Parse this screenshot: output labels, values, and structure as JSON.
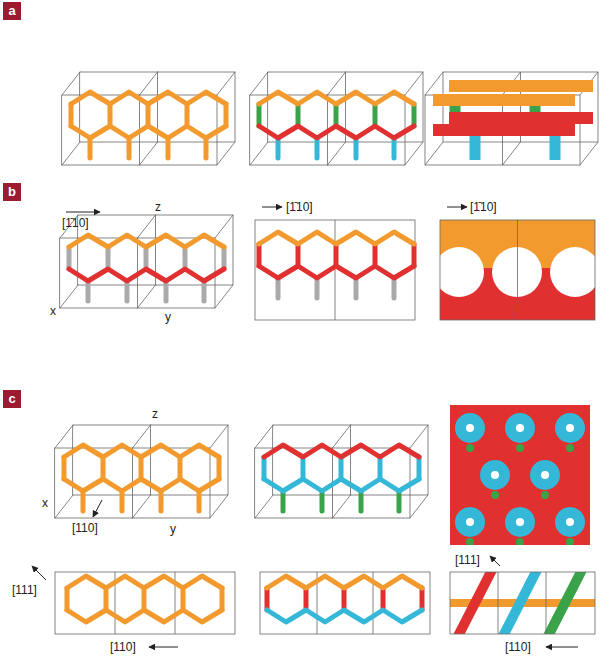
{
  "diagram": {
    "nodes": [
      {
        "text": [
          "a"
        ]
      },
      {
        "text": [
          "b"
        ]
      },
      {
        "text": [
          "c"
        ]
      }
    ],
    "labels": [
      "[1̄10]",
      "z",
      "x",
      "y",
      "[1̄10]",
      "[1̄10]",
      "z",
      "x",
      "y",
      "[110]",
      "[111]",
      "[110]",
      "[111]",
      "[110]"
    ]
  }
}
